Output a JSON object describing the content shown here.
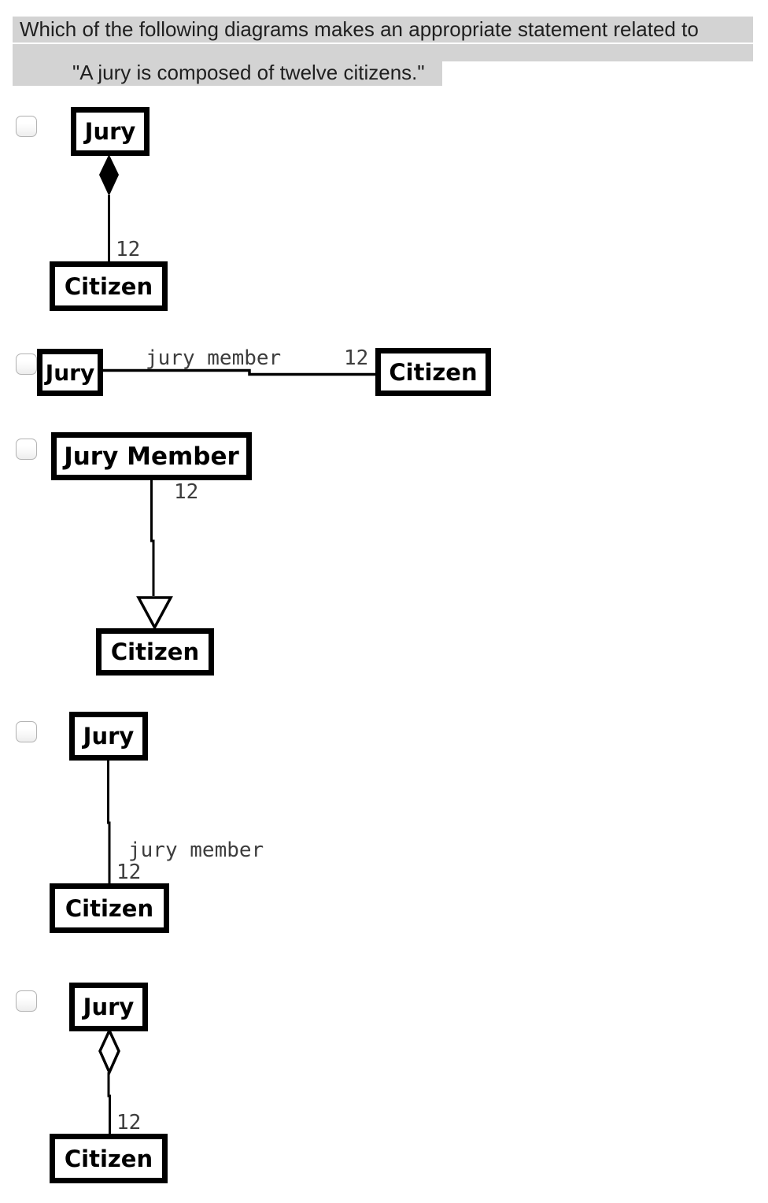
{
  "question": {
    "line1": "Which of the following diagrams makes an appropriate statement related to",
    "line2": "\"A jury is composed of twelve citizens.\""
  },
  "options": [
    {
      "relation": "composition",
      "label_top": "Jury",
      "label_bottom": "Citizen",
      "multiplicity": "12"
    },
    {
      "relation": "association",
      "label_left": "Jury",
      "label_right": "Citizen",
      "role": "jury member",
      "multiplicity": "12"
    },
    {
      "relation": "generalization",
      "label_top": "Jury Member",
      "label_bottom": "Citizen",
      "multiplicity": "12"
    },
    {
      "relation": "association",
      "label_top": "Jury",
      "label_bottom": "Citizen",
      "role": "jury member",
      "multiplicity": "12"
    },
    {
      "relation": "aggregation",
      "label_top": "Jury",
      "label_bottom": "Citizen",
      "multiplicity": "12"
    }
  ],
  "colors": {
    "highlight": "#d3d3d3",
    "question_text": "#1f1f1f",
    "diagram_line": "#000000",
    "diagram_label": "#3d3d3d"
  }
}
